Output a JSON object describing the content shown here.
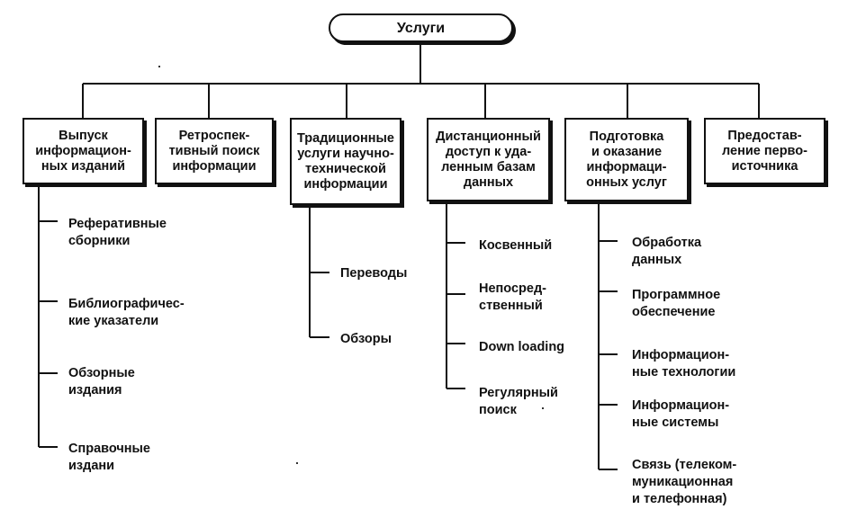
{
  "root": {
    "label": "Услуги"
  },
  "categories": [
    {
      "label": "Выпуск\nинформацион-\nных изданий",
      "items": [
        "Реферативные\nсборники",
        "Библиографичес-\nкие указатели",
        "Обзорные\nиздания",
        "Справочные\nиздани"
      ]
    },
    {
      "label": "Ретроспек-\nтивный поиск\nинформации",
      "items": []
    },
    {
      "label": "Традиционные\nуслуги научно-\nтехнической\nинформации",
      "items": [
        "Переводы",
        "Обзоры"
      ]
    },
    {
      "label": "Дистанционный\nдоступ к уда-\nленным базам\nданных",
      "items": [
        "Косвенный",
        "Непосред-\nственный",
        "Down loading",
        "Регулярный\nпоиск"
      ]
    },
    {
      "label": "Подготовка\nи оказание\nинформаци-\nонных услуг",
      "items": [
        "Обработка\nданных",
        "Программное\nобеспечение",
        "Информацион-\nные технологии",
        "Информацион-\nные системы",
        "Связь (телеком-\nмуникационная\nи телефонная)"
      ]
    },
    {
      "label": "Предостав-\nление перво-\nисточника",
      "items": []
    }
  ]
}
